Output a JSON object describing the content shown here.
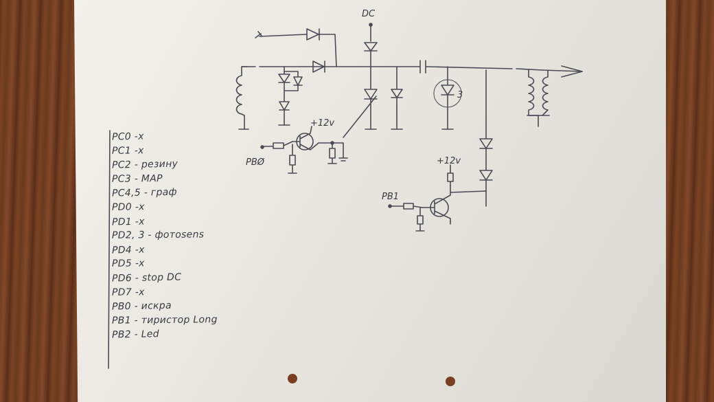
{
  "pin_list": [
    "PC0 -x",
    "PC1 -x",
    "PC2 - резину",
    "PC3 - MAP",
    "PC4,5 - граф",
    "PD0 -x",
    "PD1 -x",
    "PD2, 3 - фотоsens",
    "PD4 -x",
    "PD5 -x",
    "PD6 - stop DC",
    "PD7 -x",
    "PB0 - искра",
    "PB1 - тиристор Long",
    "PB2 - Led"
  ],
  "schematic": {
    "dc_label": "DC",
    "supply_label_1": "+12v",
    "supply_label_2": "+12v",
    "input_label_pb0": "PBØ",
    "input_label_pb1": "PB1",
    "led_mark": "3"
  },
  "colors": {
    "ink": "#4a4a55",
    "paper": "#eceae3",
    "wood": "#6b3a1f"
  }
}
